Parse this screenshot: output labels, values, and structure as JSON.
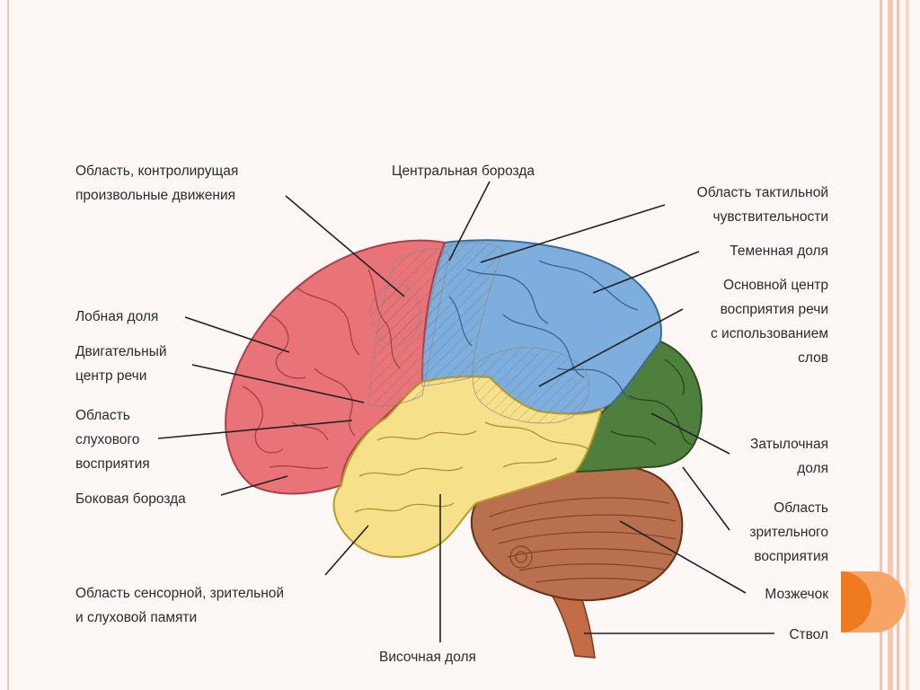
{
  "labels": {
    "voluntary_movement": [
      "Область, контролирущая",
      "произвольные движения"
    ],
    "central_sulcus": [
      "Центральная борозда"
    ],
    "tactile": [
      "Область тактильной",
      "чувствительности"
    ],
    "parietal": [
      "Теменная доля"
    ],
    "speech_perception": [
      "Основной центр",
      "восприятия речи",
      "с использованием",
      "слов"
    ],
    "frontal": [
      "Лобная доля"
    ],
    "motor_speech": [
      "Двигательный",
      "центр речи"
    ],
    "auditory": [
      "Область",
      "слухового",
      "восприятия"
    ],
    "lateral_sulcus": [
      "Боковая борозда"
    ],
    "occipital": [
      "Затылочная",
      "доля"
    ],
    "visual": [
      "Область",
      "зрительного",
      "восприятия"
    ],
    "memory": [
      "Область сенсорной, зрительной",
      "и слуховой памяти"
    ],
    "cerebellum": [
      "Мозжечок"
    ],
    "stem": [
      "Ствол"
    ],
    "temporal": [
      "Височная доля"
    ]
  },
  "colors": {
    "frontal": "#e8747a",
    "parietal": "#7eaedd",
    "temporal": "#f6e08a",
    "occipital": "#4f7f3c",
    "cerebellum": "#b8704e",
    "stem": "#c46c45",
    "accent": "#f07a1e"
  }
}
